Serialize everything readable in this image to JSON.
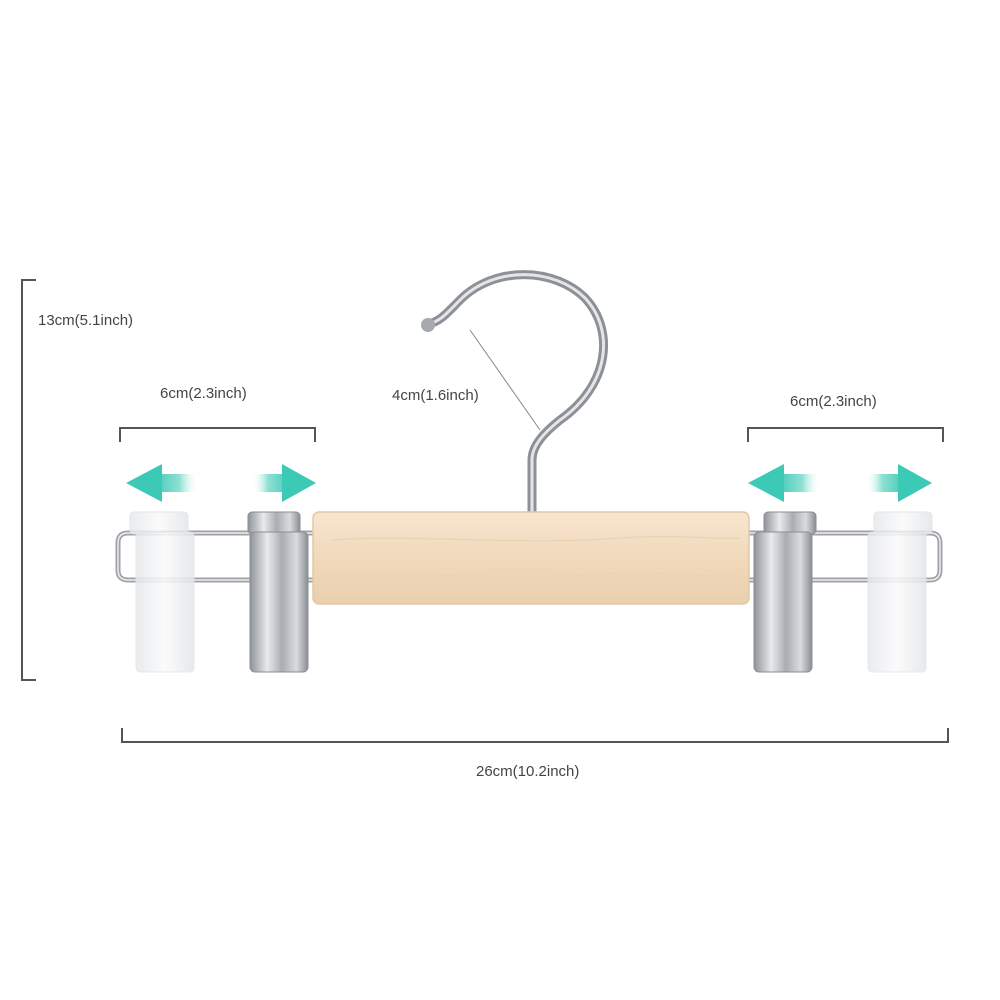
{
  "dimensions": {
    "height": "13cm(5.1inch)",
    "left_clip_range": "6cm(2.3inch)",
    "hook_diameter": "4cm(1.6inch)",
    "right_clip_range": "6cm(2.3inch)",
    "total_width": "26cm(10.2inch)"
  },
  "colors": {
    "arrow_teal": "#3cc9b6",
    "wood": "#f2dcc0",
    "chrome": "#b9bcc0",
    "dimension_line": "#555555"
  },
  "icons": [
    "arrow-left-icon",
    "arrow-right-icon",
    "hook-icon",
    "clip-icon"
  ]
}
